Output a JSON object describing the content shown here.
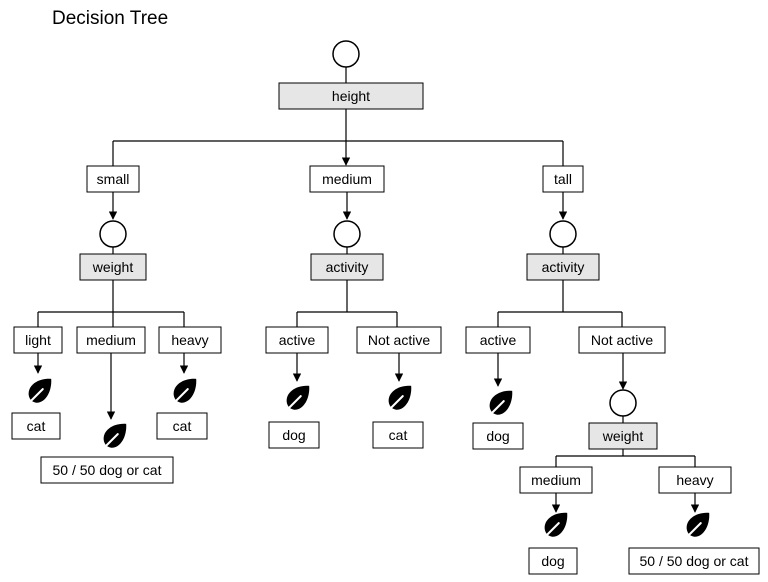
{
  "title": "Decision Tree",
  "colors": {
    "decision_fill": "#e6e6e6",
    "value_fill": "#ffffff",
    "stroke": "#000000"
  },
  "root": {
    "attribute": "height",
    "branches": [
      {
        "label": "small",
        "node": {
          "attribute": "weight",
          "branches": [
            {
              "label": "light",
              "leaf": "cat"
            },
            {
              "label": "medium",
              "leaf": "50 / 50 dog or cat"
            },
            {
              "label": "heavy",
              "leaf": "cat"
            }
          ]
        }
      },
      {
        "label": "medium",
        "node": {
          "attribute": "activity",
          "branches": [
            {
              "label": "active",
              "leaf": "dog"
            },
            {
              "label": "Not active",
              "leaf": "cat"
            }
          ]
        }
      },
      {
        "label": "tall",
        "node": {
          "attribute": "activity",
          "branches": [
            {
              "label": "active",
              "leaf": "dog"
            },
            {
              "label": "Not active",
              "node": {
                "attribute": "weight",
                "branches": [
                  {
                    "label": "medium",
                    "leaf": "dog"
                  },
                  {
                    "label": "heavy",
                    "leaf": "50 / 50 dog or cat"
                  }
                ]
              }
            }
          ]
        }
      }
    ]
  },
  "icons": {
    "leaf": "leaf-icon",
    "decision": "circle-node-icon"
  }
}
